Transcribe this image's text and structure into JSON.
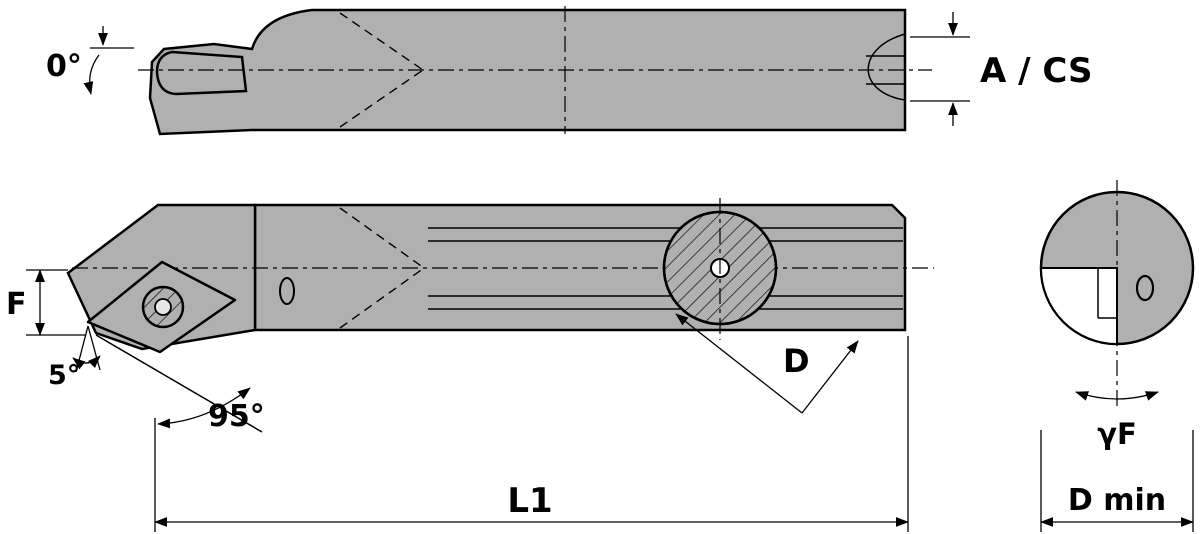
{
  "drawing": {
    "kind": "indexable-turning-tool-engineering-drawing",
    "colors": {
      "background": "#ffffff",
      "body_fill": "#b0b0b0",
      "outline": "#000000"
    },
    "views": {
      "top": {
        "name": "top-view",
        "labels": {
          "rake_angle": "0°",
          "a_cs": "A / CS"
        }
      },
      "front": {
        "name": "front-view",
        "labels": {
          "offset": "F",
          "clearance_angle": "5°",
          "lead_angle": "95°",
          "diameter": "D",
          "length": "L1"
        }
      },
      "end": {
        "name": "end-view",
        "labels": {
          "rake": "γF",
          "min_bore": "D min"
        }
      }
    }
  }
}
